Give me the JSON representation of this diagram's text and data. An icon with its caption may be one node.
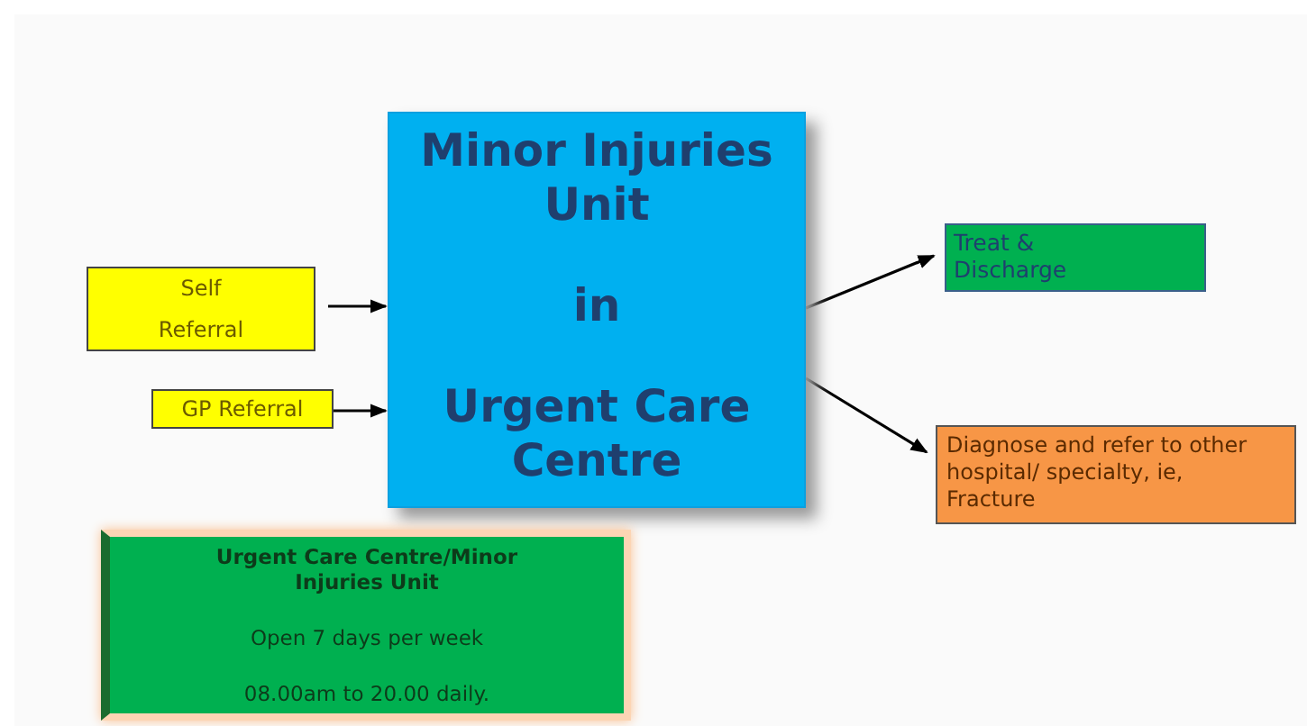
{
  "diagram": {
    "nodes": [
      {
        "text": [
          "Minor Injuries Unit",
          "in",
          "Urgent Care Centre"
        ]
      },
      {
        "text": [
          "Self Referral"
        ]
      },
      {
        "text": [
          "GP Referral"
        ]
      },
      {
        "text": [
          "Treat & Discharge"
        ]
      },
      {
        "text": [
          "Diagnose and refer to other hospital/ specialty, ie, Fracture"
        ]
      },
      {
        "text": [
          "Urgent Care Centre/Minor Injuries Unit",
          "Open 7 days per week",
          "08.00am to 20.00 daily."
        ]
      }
    ],
    "edges": [
      {
        "from": 1,
        "to": 0,
        "arrow": "to"
      },
      {
        "from": 2,
        "to": 0,
        "arrow": "to"
      },
      {
        "from": 0,
        "to": 3,
        "arrow": "to"
      },
      {
        "from": 0,
        "to": 4,
        "arrow": "to"
      }
    ]
  }
}
